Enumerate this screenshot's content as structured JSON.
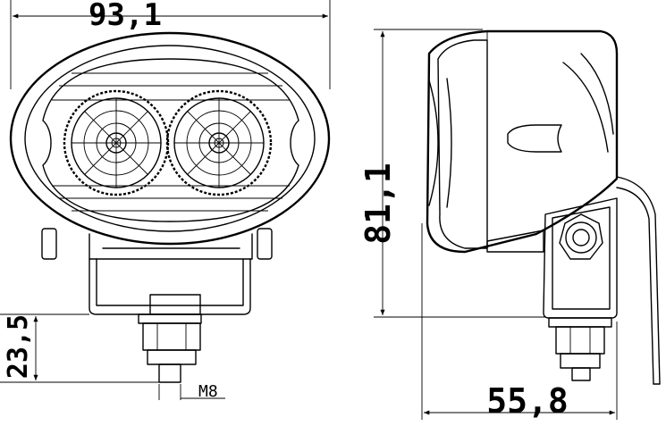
{
  "dimensions": {
    "width_front": "93,1",
    "height_total": "81,1",
    "bracket_height": "23,5",
    "depth_side": "55,8",
    "thread": "M8"
  }
}
